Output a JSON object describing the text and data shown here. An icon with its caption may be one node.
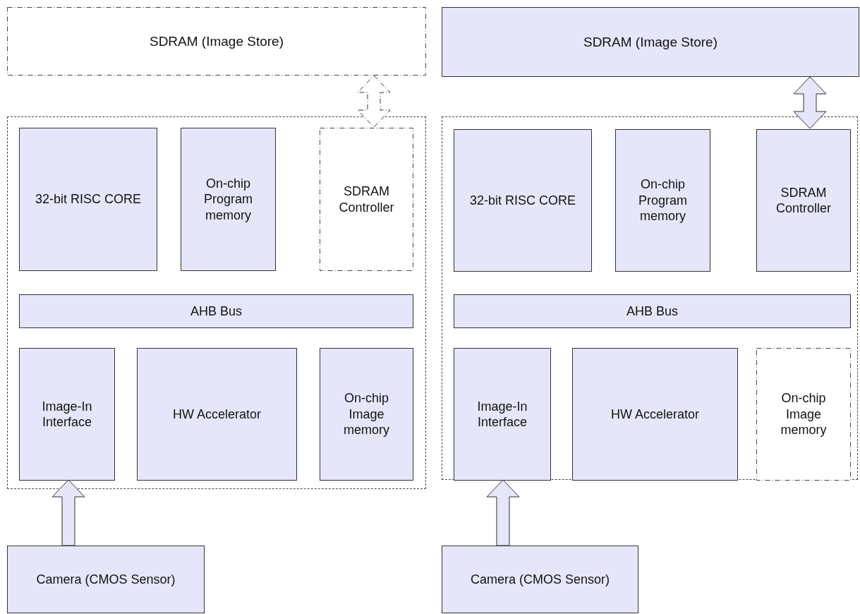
{
  "diagram": {
    "nodes": [
      {
        "text": [
          "SDRAM (Image Store)"
        ]
      },
      {
        "text": [],
        "shape": "box"
      },
      {
        "text": [
          "32-bit RISC CORE"
        ],
        "in": 1
      },
      {
        "text": [
          "On-chip Program memory"
        ],
        "in": 1
      },
      {
        "text": [
          "SDRAM Controller"
        ],
        "in": 1
      },
      {
        "text": [
          "AHB Bus"
        ],
        "in": 1
      },
      {
        "text": [
          "Image-In Interface"
        ],
        "in": 1
      },
      {
        "text": [
          "HW Accelerator"
        ],
        "in": 1
      },
      {
        "text": [
          "On-chip Image memory"
        ],
        "in": 1
      },
      {
        "text": [
          "Camera (CMOS Sensor)"
        ]
      },
      {
        "text": [
          "SDRAM (Image Store)"
        ]
      },
      {
        "text": [],
        "shape": "box"
      },
      {
        "text": [
          "32-bit RISC CORE"
        ],
        "in": 11
      },
      {
        "text": [
          "On-chip Program memory"
        ],
        "in": 11
      },
      {
        "text": [
          "SDRAM Controller"
        ],
        "in": 11
      },
      {
        "text": [
          "AHB Bus"
        ],
        "in": 11
      },
      {
        "text": [
          "Image-In Interface"
        ],
        "in": 11
      },
      {
        "text": [
          "HW Accelerator"
        ],
        "in": 11
      },
      {
        "text": [
          "On-chip Image memory"
        ],
        "in": 11
      },
      {
        "text": [
          "Camera (CMOS Sensor)"
        ]
      }
    ],
    "edges": [
      {
        "from": 0,
        "to": 4,
        "arrow": "both",
        "style": "dashed"
      },
      {
        "from": 9,
        "to": 6,
        "arrow": "to"
      },
      {
        "from": 10,
        "to": 14,
        "arrow": "both"
      },
      {
        "from": 19,
        "to": 16,
        "arrow": "to"
      }
    ]
  }
}
